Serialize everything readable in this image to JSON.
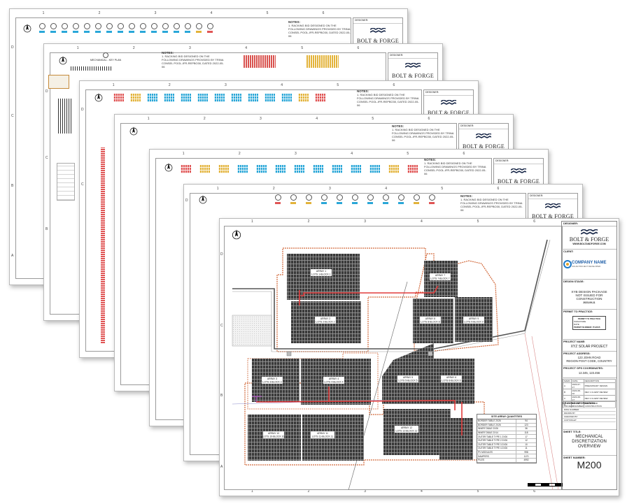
{
  "designer_label": "DESIGNER:",
  "brand": "BOLT & FORGE",
  "colnums": [
    "1",
    "2",
    "3",
    "4",
    "5",
    "6"
  ],
  "rowletters": [
    "D",
    "C",
    "B",
    "A"
  ],
  "notes": {
    "title": "NOTES:",
    "line1": "1.  RACKING BID DESIGNED ON THE FOLLOWING DRAWINGS PROVIDED BY TRINA",
    "line2": "CONSEL POOL-IFR-REPBO30, DATED 2022-05-06"
  },
  "back_title": "MECHANICAL - KEY PLAN",
  "titleblock": {
    "website": "WWW.BOLTANDFORGE.COM",
    "client_label": "CLIENT:",
    "company": "COMPANY NAME",
    "company_tag": "SOLAR PROJECT DEVELOPER",
    "design_stage_label": "DESIGN STAGE:",
    "stage1": "XYB DESIGN PACKAGE",
    "stage2": "NOT ISSUED FOR",
    "stage3": "CONSTRUCTION",
    "stage_date": "2023-09-11",
    "permit_label": "PERMIT TO PRACTICE:",
    "permit_box_title": "PERMIT TO PRACTICE",
    "permit_line1": "SIGNATURE",
    "permit_line2": "DATE",
    "permit_line3": "PERMIT NUMBER: P12345",
    "project_name_label": "PROJECT NAME:",
    "project_name": "XYZ SOLAR PROJECT",
    "address_label": "PROJECT ADDRESS:",
    "address1": "123 JOHN ROAD",
    "address2": "REGION POST CODE, COUNTRY",
    "coords_label": "PROJECT GPS COORDINATES:",
    "coords": "12.345, 123.456",
    "rev_headers": [
      "MARK",
      "DATE",
      "DESCRIPTION"
    ],
    "revisions": [
      [
        "A",
        "2023-07-27",
        "PRELIMINARY DESIGN"
      ],
      [
        "B",
        "2023-08-02",
        "REV 1 CLIENT REVIEW"
      ],
      [
        "C",
        "2023-08-17",
        "REV 2 CLIENT REVIEW"
      ],
      [
        "D",
        "2023-09-11",
        "ISSUED FOR CONSTRUCTION"
      ]
    ],
    "drawing_info_label": "DRAWING INFORMATION:",
    "drawing_info": [
      "PROJECT NUMBER",
      "DWG NUMBER",
      "DRAWN BY",
      "CHECKED BY",
      "COPYRIGHT"
    ],
    "sheet_title_label": "SHEET TITLE:",
    "sheet_title1": "MECHANICAL",
    "sheet_title2": "DISCRETIZATION",
    "sheet_title3": "OVERVIEW",
    "sheet_number_label": "SHEET NUMBER:",
    "sheet_number": "M200"
  },
  "arrays": [
    {
      "name": "ARRAY 1",
      "sub": "LOTS 1-BLOCK 1"
    },
    {
      "name": "ARRAY 2",
      "sub": "LOTS 2-BLOCK 2"
    },
    {
      "name": "ARRAY 3",
      "sub": "LOTS 3-BLOCK 3"
    },
    {
      "name": "ARRAY 4",
      "sub": "LOTS 4-BLOCK 4"
    },
    {
      "name": "ARRAY 5",
      "sub": "LOTS 5-BLOCK 5"
    },
    {
      "name": "ARRAY 6",
      "sub": "LOTS 6-BLOCK 6"
    },
    {
      "name": "ARRAY 7",
      "sub": "LOTS 7-BLOCK 7"
    },
    {
      "name": "ARRAY 8",
      "sub": "LOTS 8-BLOCK 8"
    },
    {
      "name": "ARRAY 9",
      "sub": "LOTS 9-BLOCK 9"
    },
    {
      "name": "ARRAY 10",
      "sub": "LOTS 10-BLOCK 10"
    },
    {
      "name": "ARRAY 11",
      "sub": "LOTS 11-BLOCK 11"
    },
    {
      "name": "ARRAY 12",
      "sub": "LOTS 12-BLOCK 12"
    }
  ],
  "summary": {
    "title": "SITE ARRAY QUANTITIES",
    "rows": [
      [
        "BORDER TABLE 2X26",
        "94"
      ],
      [
        "BORDER TABLE 2X26",
        "123"
      ],
      [
        "INNER TABLE 2X26",
        "36"
      ],
      [
        "INNER TABLE 2X14",
        "118"
      ],
      [
        "OUTER TABLE TYPE 1 2X26",
        "17"
      ],
      [
        "OUTER TABLE TYPE 2 2X26",
        "12"
      ],
      [
        "OUTER TABLE TYPE 3 2X26",
        "10"
      ],
      [
        "OUTER TABLE TYPE 4 2X26",
        "11"
      ],
      [
        "PV MODULES",
        "998"
      ],
      [
        "DAMPERS",
        "1170"
      ],
      [
        "PILES",
        "4992"
      ]
    ]
  }
}
